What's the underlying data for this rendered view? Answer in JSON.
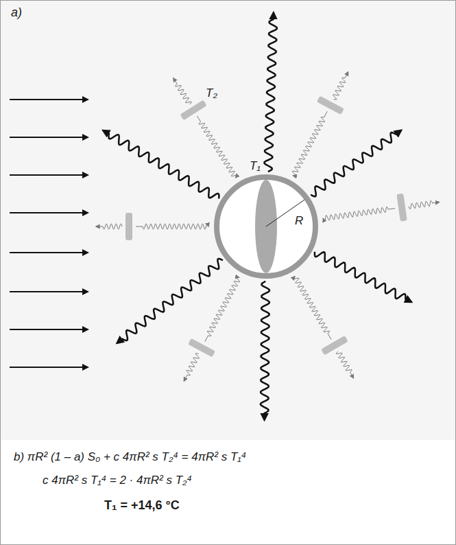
{
  "diagram": {
    "labels": [
      "a)",
      "T₂",
      "T₁",
      "R",
      "b) πR² (1 – a) S₀ + c 4πR² s T₂⁴ = 4πR² s T₁⁴",
      "c 4πR² s T₁⁴ = 2 · 4πR² s T₂⁴",
      "T₁ = +14,6 °C"
    ]
  }
}
